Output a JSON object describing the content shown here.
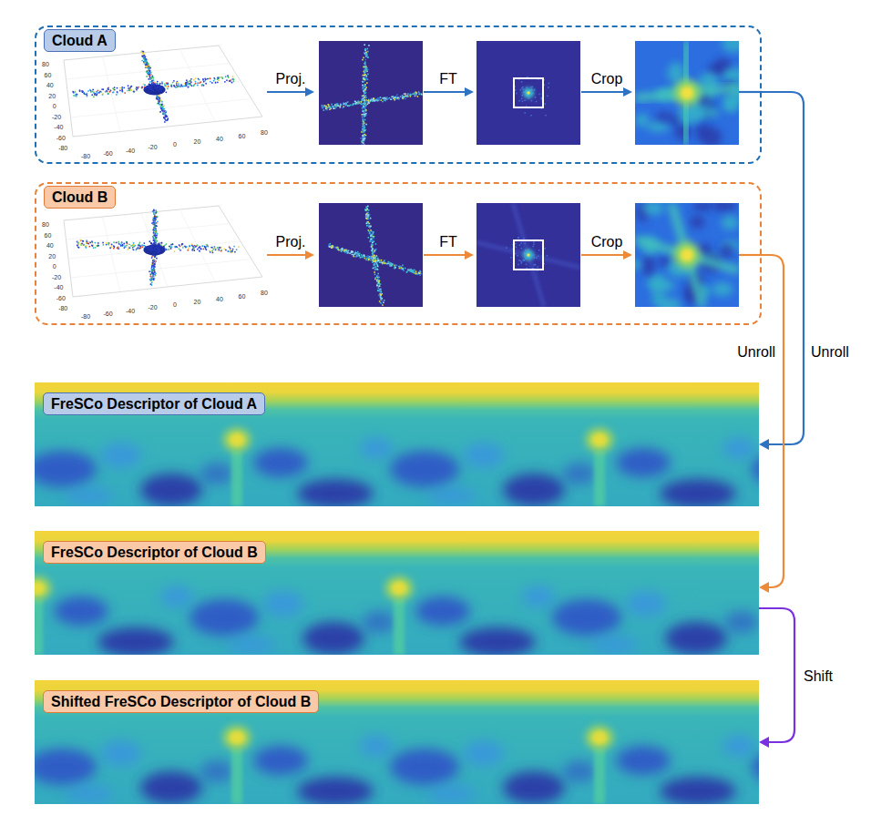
{
  "diagram": {
    "nodes": [
      {
        "text": [
          "Cloud A"
        ]
      },
      {
        "text": [
          "Cloud B"
        ]
      },
      {
        "text": [
          "FreSCo Descriptor of Cloud A"
        ]
      },
      {
        "text": [
          "FreSCo Descriptor of Cloud B"
        ]
      },
      {
        "text": [
          "Shifted FreSCo Descriptor of Cloud B"
        ]
      }
    ],
    "edges": [
      {
        "from": 0,
        "to": 2,
        "label": "Unroll",
        "arrow": "to"
      },
      {
        "from": 1,
        "to": 3,
        "label": "Unroll",
        "arrow": "to"
      },
      {
        "from": 3,
        "to": 4,
        "label": "Shift",
        "arrow": "to"
      }
    ],
    "labels": [
      "Proj.",
      "FT",
      "Crop",
      "Proj.",
      "FT",
      "Crop",
      "80",
      "60",
      "40",
      "20",
      "0",
      "-20",
      "-40",
      "-60",
      "-80",
      "-80",
      "-60",
      "-40",
      "-20",
      "0",
      "20",
      "40",
      "60",
      "80",
      "80",
      "60",
      "40",
      "20",
      "0",
      "-20",
      "-40",
      "-60",
      "-80",
      "-80",
      "-60",
      "-40",
      "-20",
      "0",
      "20",
      "40",
      "60",
      "80"
    ]
  }
}
